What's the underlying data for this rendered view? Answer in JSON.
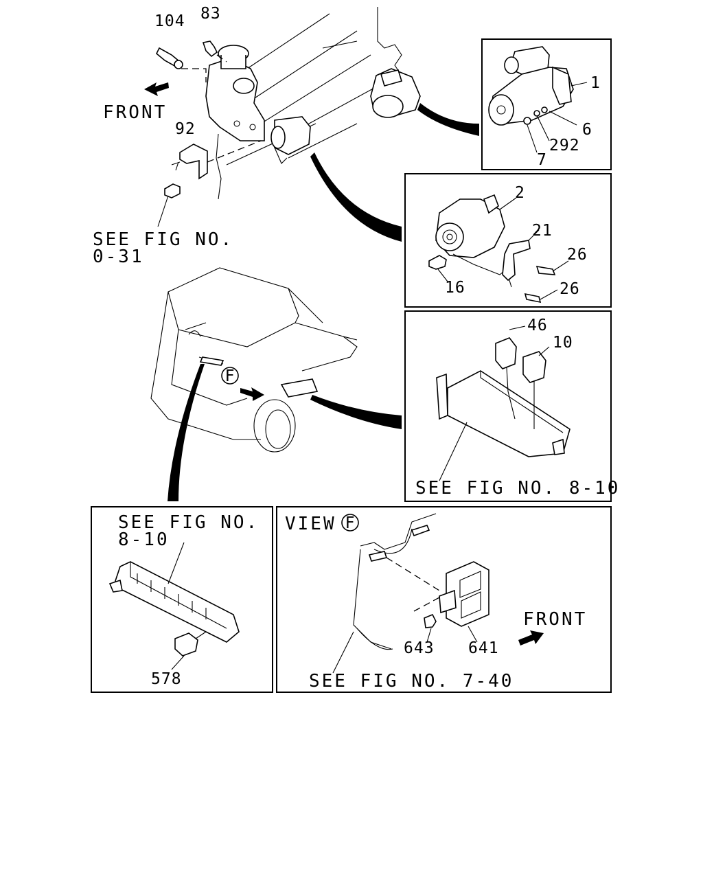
{
  "labels": {
    "p104": "104",
    "p83": "83",
    "p92": "92",
    "front_top": "FRONT",
    "see_031_a": "SEE FIG NO.",
    "see_031_b": "0-31",
    "p1": "1",
    "p6": "6",
    "p292": "292",
    "p7": "7",
    "p2": "2",
    "p21": "21",
    "p26a": "26",
    "p26b": "26",
    "p16": "16",
    "p46": "46",
    "p10": "10",
    "see_810_right": "SEE FIG NO. 8-10",
    "see_810_left_a": "SEE FIG NO.",
    "see_810_left_b": "8-10",
    "p578": "578",
    "view_label": "VIEW",
    "view_marker": "F",
    "truck_marker": "F",
    "p643": "643",
    "p641": "641",
    "front_bottom": "FRONT",
    "see_740": "SEE FIG NO. 7-40"
  },
  "icons": [
    "arrow-left-icon",
    "arrow-right-icon",
    "circled-f-icon"
  ]
}
